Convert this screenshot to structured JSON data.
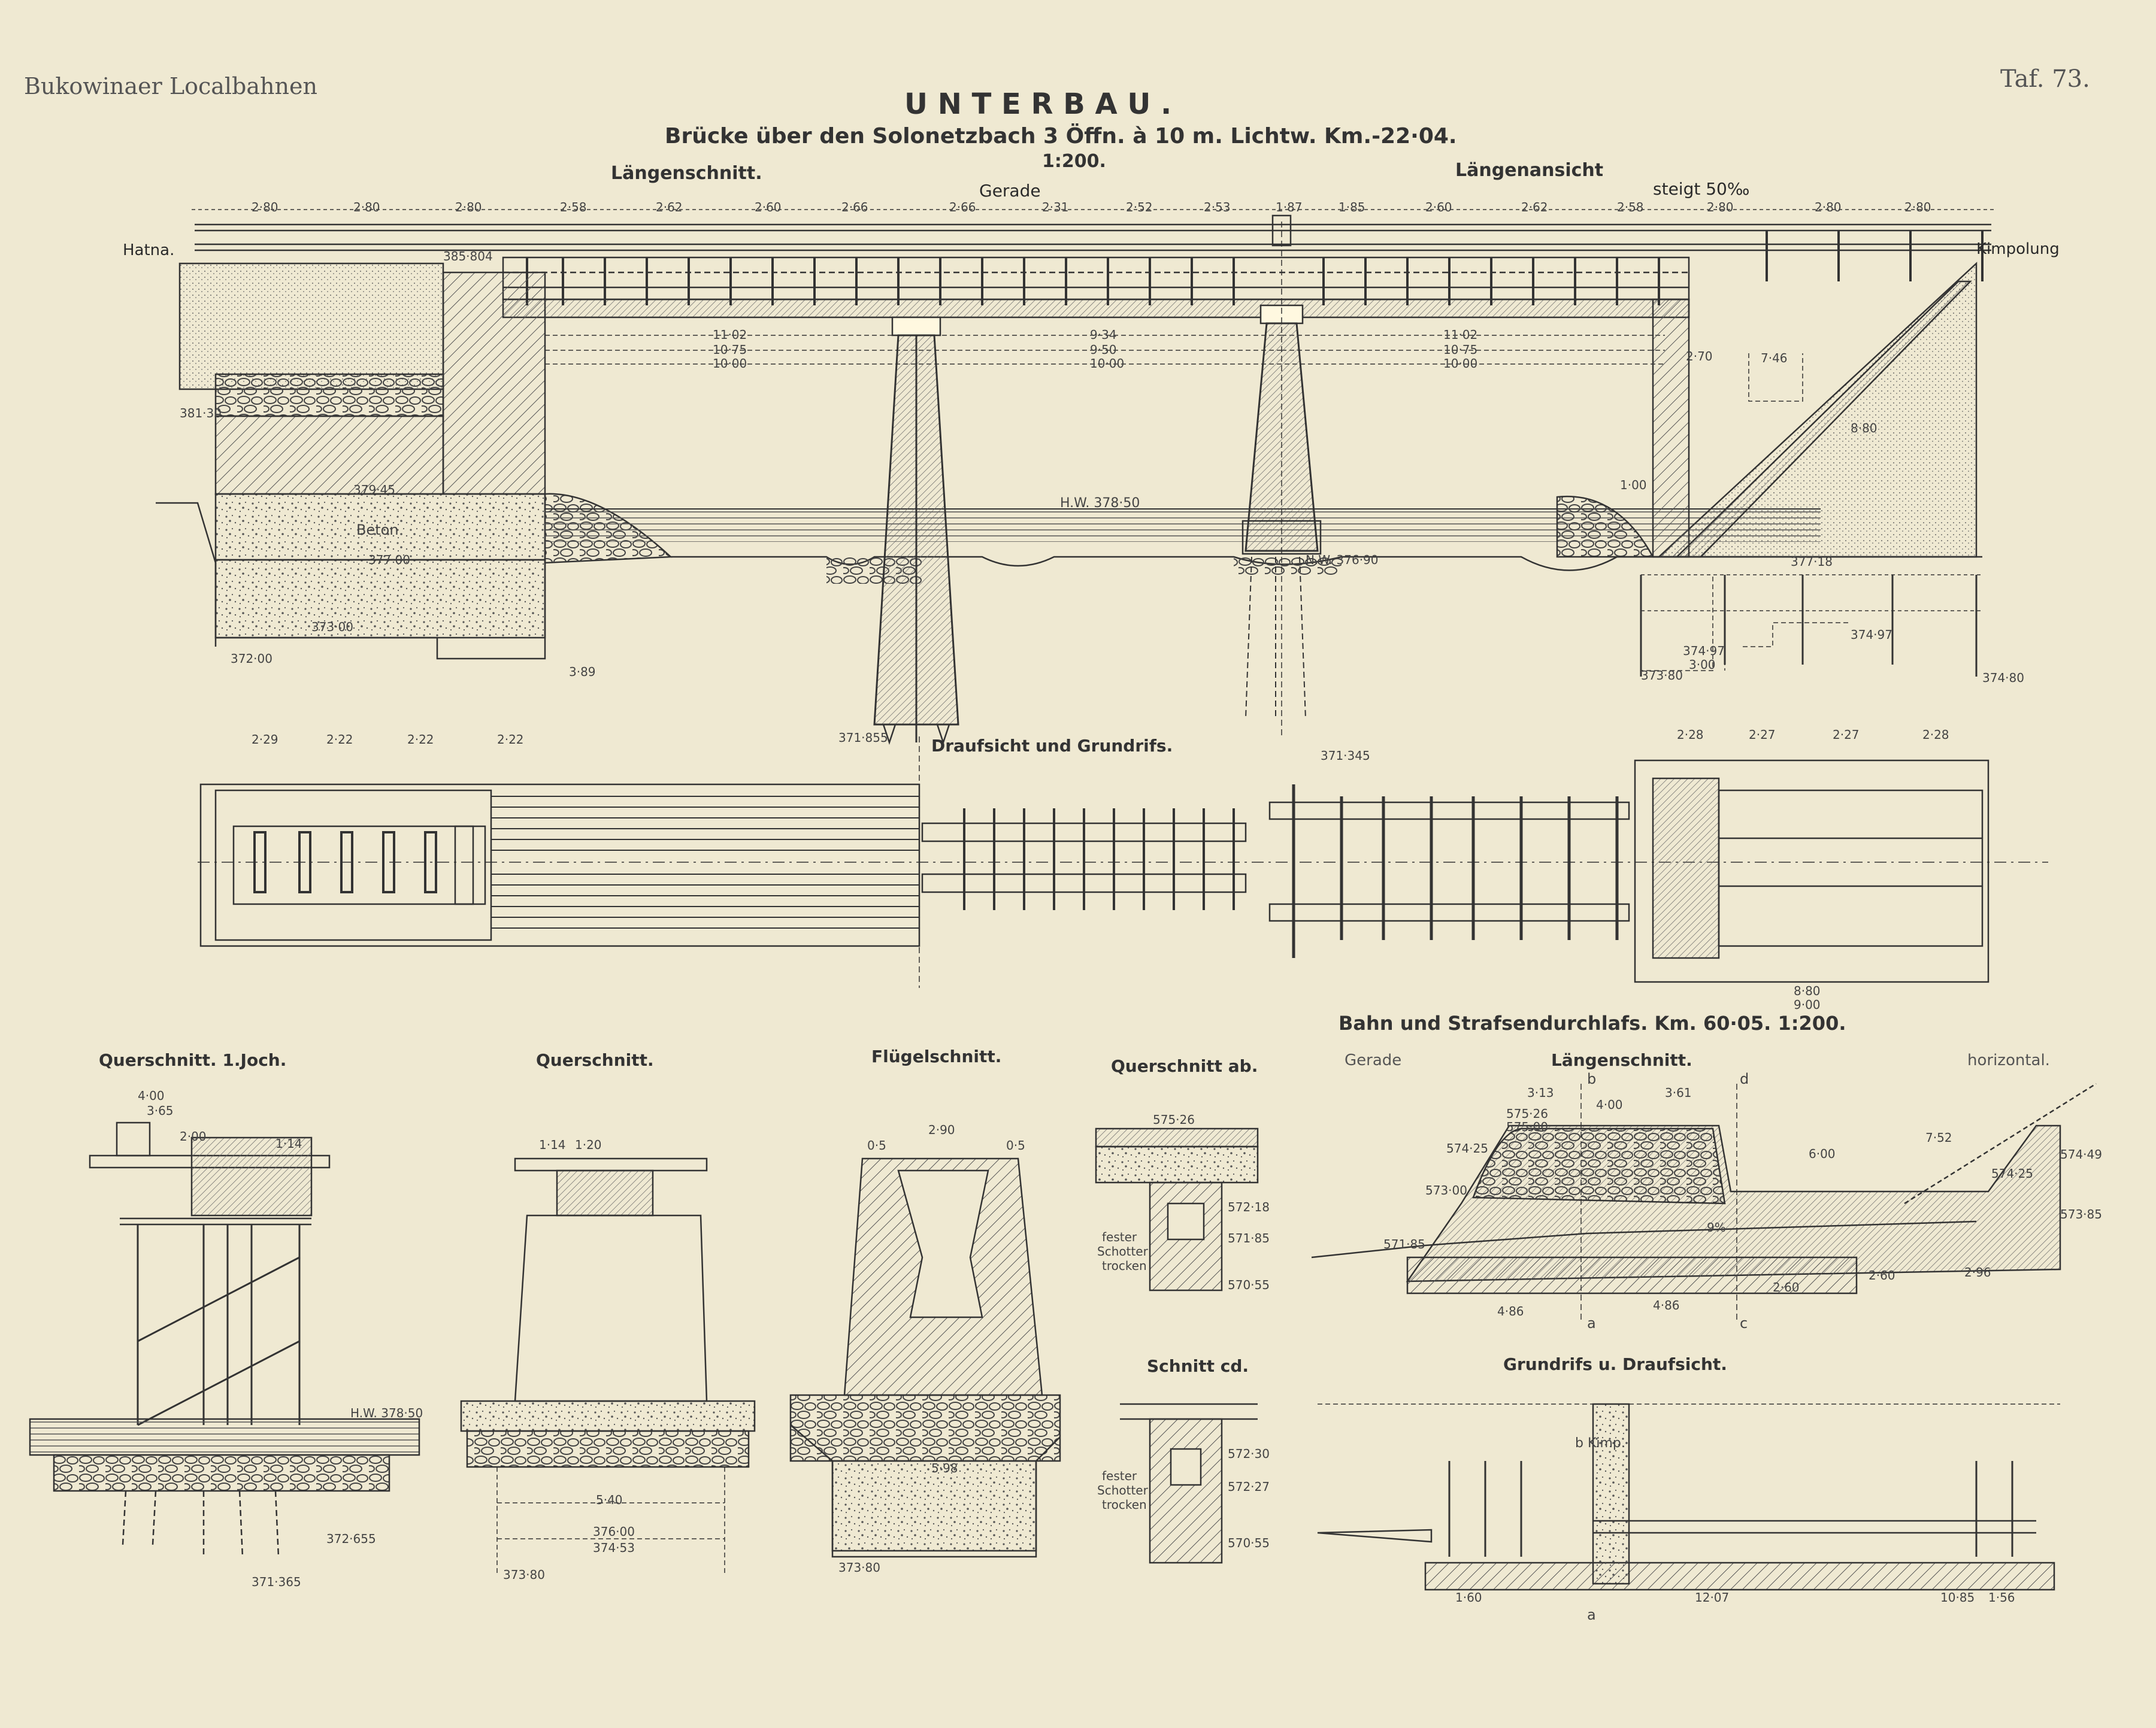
{
  "header": {
    "railway": "Bukowinaer Localbahnen",
    "plate": "Taf. 73.",
    "title": "U N T E R B A U .",
    "subtitle": "Brücke über den Solonetzbach 3 Öffn. à 10 m. Lichtw. Km.-22·04.",
    "scale": "1:200."
  },
  "bridge": {
    "left_heading": "Längenschnitt.",
    "right_heading": "Längenansicht",
    "alignment": "Gerade",
    "gradient": "steigt 50‰",
    "left_station": "Hatna.",
    "right_station": "Kimpolung",
    "high_water": "H.W. 378·50",
    "low_water": "N.W. 376·90",
    "concrete": "Beton",
    "span_dims": [
      "11·02",
      "10·75",
      "10·00",
      "9·34",
      "9·50",
      "10·00",
      "11·02",
      "10·75",
      "10·00"
    ],
    "top_dims": [
      "2·80",
      "2·80",
      "2·80",
      "2·58",
      "2·62",
      "2·60",
      "2·66",
      "2·66",
      "2·31",
      "2·52",
      "2·53",
      "1·87",
      "1·85",
      "2·60",
      "2·62",
      "2·58",
      "2·80",
      "2·80",
      "2·80"
    ],
    "levels": [
      "385·804",
      "381·30",
      "379·45",
      "377·00",
      "373·00",
      "372·00",
      "3·89",
      "371·855",
      "371·345",
      "377·18",
      "373·80",
      "374·80",
      "374·97",
      "374·97",
      "3·00",
      "2·70",
      "7·46",
      "8·80",
      "1·00"
    ]
  },
  "plan": {
    "heading": "Draufsicht und Grundrifs.",
    "left_dims": [
      "2·29",
      "2·22",
      "2·22",
      "2·22"
    ],
    "right_dims": [
      "2·28",
      "2·27",
      "2·27",
      "2·28"
    ],
    "bottom_dims": [
      "8·80",
      "9·00"
    ]
  },
  "sections": {
    "q1": "Querschnitt. 1.Joch.",
    "q2": "Querschnitt.",
    "wing": "Flügelschnitt.",
    "qab": "Querschnitt ab.",
    "cd": "Schnitt cd.",
    "schotter": [
      "fester",
      "Schotter",
      "trocken"
    ],
    "q1_dims": [
      "4·00",
      "3·65",
      "2·00",
      "1·14",
      "H.W. 378·50",
      "372·655",
      "371·365"
    ],
    "q2_dims": [
      "1·14",
      "1·20",
      "5·40",
      "376·00",
      "374·53",
      "373·80"
    ],
    "wing_dims": [
      "2·90",
      "0·5",
      "0·5",
      "5·98",
      "373·80"
    ],
    "qab_dims": [
      "575·26",
      "572·18",
      "571·85",
      "570·55"
    ],
    "cd_dims": [
      "572·30",
      "572·27",
      "570·55"
    ]
  },
  "culvert": {
    "title": "Bahn und Strafsendurchlafs. Km. 60·05. 1:200.",
    "alignment": "Gerade",
    "heading": "Längenschnitt.",
    "horizontal": "horizontal.",
    "plan_heading": "Grundrifs u. Draufsicht.",
    "dims": [
      "3·13",
      "4·00",
      "3·61",
      "575·26",
      "575·00",
      "574·25",
      "573·00",
      "571·85",
      "7·52",
      "6·00",
      "574·49",
      "574·25",
      "573·85",
      "4·86",
      "4·86",
      "2·60",
      "2·96",
      "2·60",
      "9%",
      "1·60",
      "12·07",
      "10·85",
      "1·56"
    ],
    "markers": [
      "a",
      "b",
      "c",
      "d",
      "a",
      "b Kimp."
    ]
  }
}
